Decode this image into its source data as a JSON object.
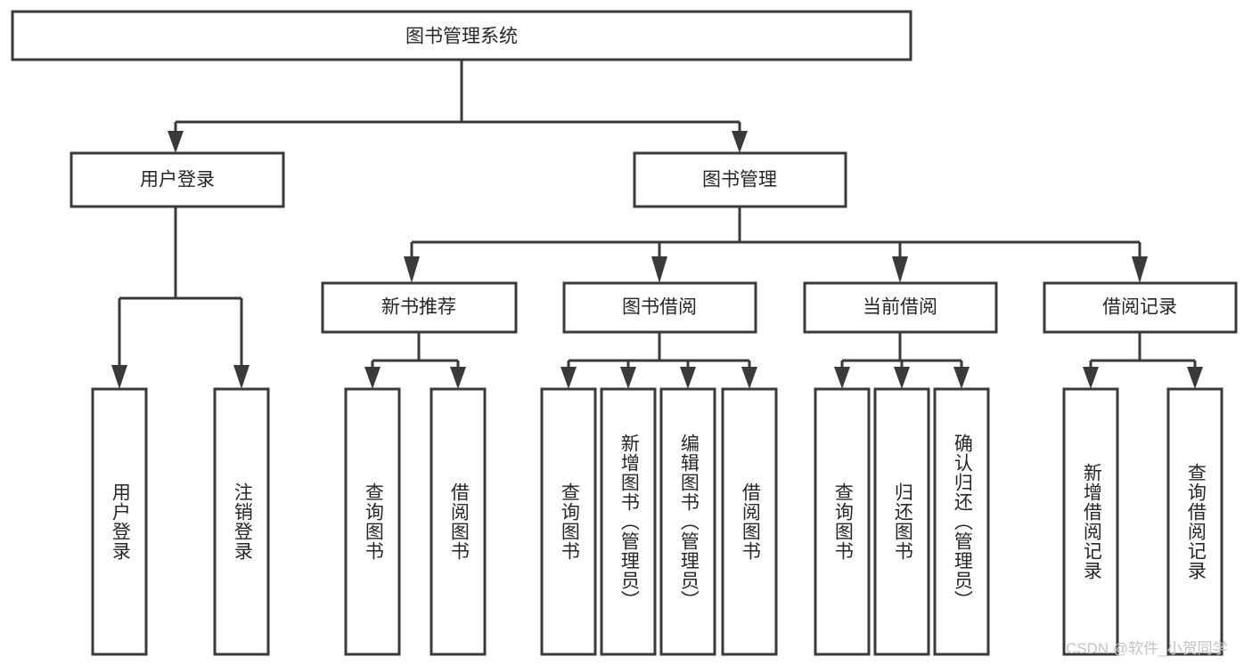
{
  "diagram": {
    "title": "图书管理系统",
    "watermark": "CSDN @软件_小贺同学",
    "colors": {
      "stroke": "#3a3a3a",
      "box_fill": "#ffffff",
      "text": "#262626",
      "watermark": "#c3c3c3",
      "background": "#ffffff"
    },
    "root": {
      "label": "图书管理系统"
    },
    "level2": {
      "user_login": "用户登录",
      "book_manage": "图书管理"
    },
    "level3": {
      "new_book_recommend": "新书推荐",
      "book_borrow": "图书借阅",
      "current_borrow": "当前借阅",
      "borrow_record": "借阅记录"
    },
    "leaves": {
      "user_login": [
        "用户登录",
        "注销登录"
      ],
      "new_book_recommend": [
        "查询图书",
        "借阅图书"
      ],
      "book_borrow": [
        "查询图书",
        "新增图书（管理员）",
        "编辑图书（管理员）",
        "借阅图书"
      ],
      "current_borrow": [
        "查询图书",
        "归还图书",
        "确认归还（管理员）"
      ],
      "borrow_record": [
        "新增借阅记录",
        "查询借阅记录"
      ]
    }
  },
  "chart_data": {
    "type": "table",
    "title": "图书管理系统 功能结构图",
    "nodes": [
      {
        "id": "root",
        "label": "图书管理系统",
        "level": 0,
        "parent": null
      },
      {
        "id": "user_login",
        "label": "用户登录",
        "level": 1,
        "parent": "root"
      },
      {
        "id": "book_manage",
        "label": "图书管理",
        "level": 1,
        "parent": "root"
      },
      {
        "id": "new_book_recommend",
        "label": "新书推荐",
        "level": 2,
        "parent": "book_manage"
      },
      {
        "id": "book_borrow",
        "label": "图书借阅",
        "level": 2,
        "parent": "book_manage"
      },
      {
        "id": "current_borrow",
        "label": "当前借阅",
        "level": 2,
        "parent": "book_manage"
      },
      {
        "id": "borrow_record",
        "label": "借阅记录",
        "level": 2,
        "parent": "book_manage"
      },
      {
        "id": "ul_1",
        "label": "用户登录",
        "level": 2,
        "parent": "user_login"
      },
      {
        "id": "ul_2",
        "label": "注销登录",
        "level": 2,
        "parent": "user_login"
      },
      {
        "id": "nbr_1",
        "label": "查询图书",
        "level": 3,
        "parent": "new_book_recommend"
      },
      {
        "id": "nbr_2",
        "label": "借阅图书",
        "level": 3,
        "parent": "new_book_recommend"
      },
      {
        "id": "bb_1",
        "label": "查询图书",
        "level": 3,
        "parent": "book_borrow"
      },
      {
        "id": "bb_2",
        "label": "新增图书（管理员）",
        "level": 3,
        "parent": "book_borrow"
      },
      {
        "id": "bb_3",
        "label": "编辑图书（管理员）",
        "level": 3,
        "parent": "book_borrow"
      },
      {
        "id": "bb_4",
        "label": "借阅图书",
        "level": 3,
        "parent": "book_borrow"
      },
      {
        "id": "cb_1",
        "label": "查询图书",
        "level": 3,
        "parent": "current_borrow"
      },
      {
        "id": "cb_2",
        "label": "归还图书",
        "level": 3,
        "parent": "current_borrow"
      },
      {
        "id": "cb_3",
        "label": "确认归还（管理员）",
        "level": 3,
        "parent": "current_borrow"
      },
      {
        "id": "br_1",
        "label": "新增借阅记录",
        "level": 3,
        "parent": "borrow_record"
      },
      {
        "id": "br_2",
        "label": "查询借阅记录",
        "level": 3,
        "parent": "borrow_record"
      }
    ]
  }
}
